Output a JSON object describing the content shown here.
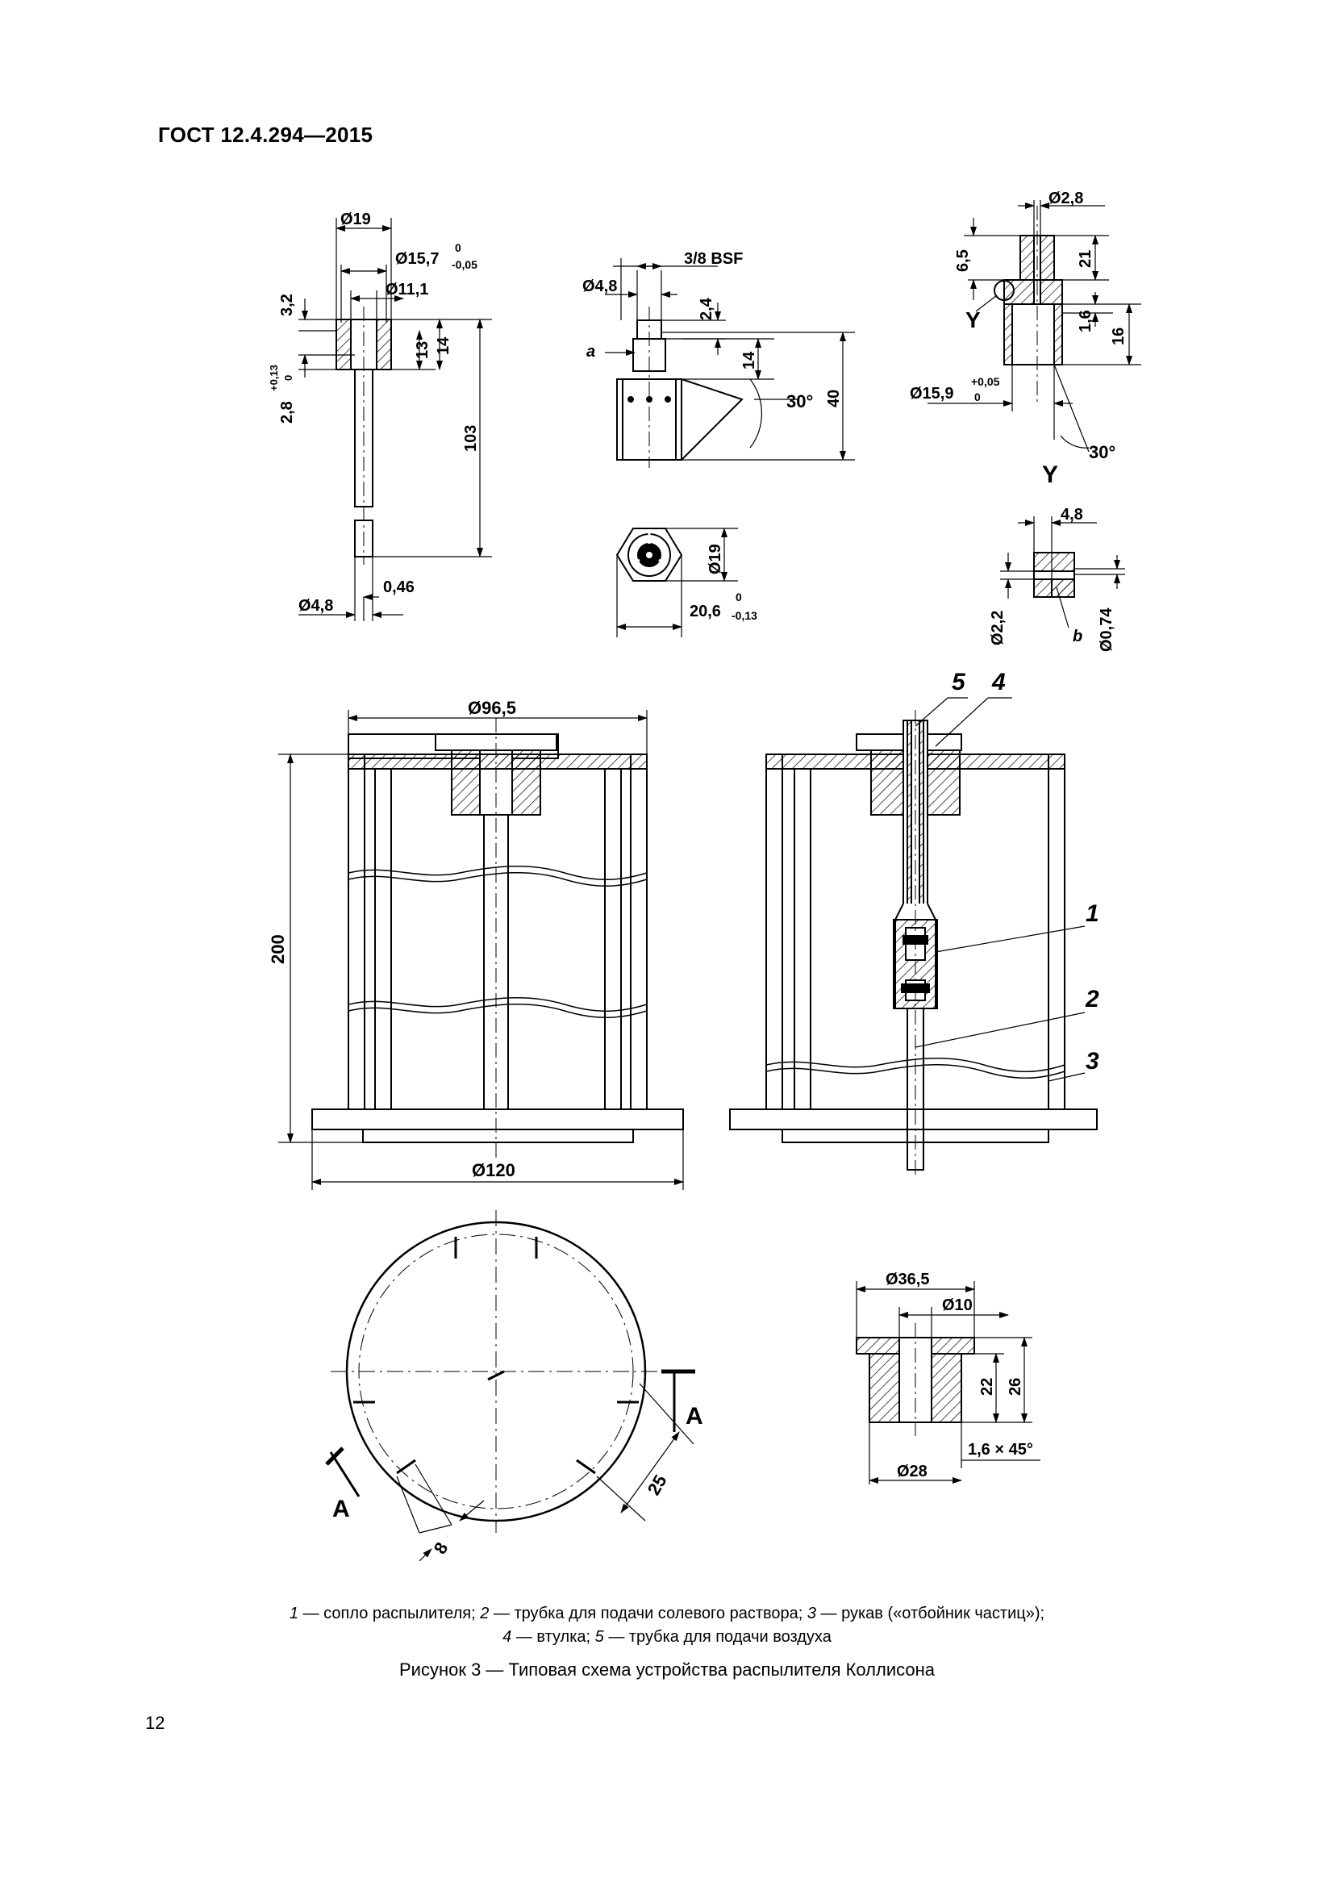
{
  "header": {
    "doc_number": "ГОСТ 12.4.294—2015"
  },
  "views": {
    "tube_air": {
      "d_flange": "Ø19",
      "d_body": "Ø15,7",
      "d_body_tol_upper": "0",
      "d_body_tol_lower": "-0,05",
      "d_bore": "Ø11,1",
      "h_32": "3,2",
      "h_28": "2,8",
      "h_28_tol_upper": "+0,13",
      "h_28_tol_lower": "0",
      "h_13": "13",
      "h_14": "14",
      "len_103": "103",
      "d_46": "0,46",
      "d_48": "Ø4,8"
    },
    "nozzle": {
      "thread": "3/8 BSF",
      "d_48": "Ø4,8",
      "h_24": "2,4",
      "h_14": "14",
      "h_40": "40",
      "angle": "30°",
      "label_a": "a",
      "d_19": "Ø19",
      "w_206": "20,6",
      "w_206_tol_upper": "0",
      "w_206_tol_lower": "-0,13"
    },
    "nut": {
      "d_28": "Ø2,8",
      "h_65": "6,5",
      "h_21": "21",
      "h_16": "1,6",
      "h_16b": "16",
      "d_159": "Ø15,9",
      "d_159_tol_upper": "+0,05",
      "d_159_tol_lower": "0",
      "angle": "30°",
      "label_y": "Y",
      "view_y": "Y"
    },
    "detail_y": {
      "w_48": "4,8",
      "d_22": "Ø2,2",
      "d_074": "Ø0,74",
      "label_b": "b"
    },
    "assembly": {
      "d_965": "Ø96,5",
      "h_200": "200",
      "d_120": "Ø120",
      "callouts": [
        "5",
        "4",
        "1",
        "2",
        "3"
      ]
    },
    "ring": {
      "dim_25": "25",
      "dim_8": "8",
      "section_a": "A"
    },
    "bush": {
      "d_365": "Ø36,5",
      "d_10": "Ø10",
      "h_22": "22",
      "h_26": "26",
      "chamfer": "1,6 × 45°",
      "d_28": "Ø28"
    }
  },
  "legend": {
    "line1": [
      {
        "num": "1",
        "text": " — сопло распылителя; "
      },
      {
        "num": "2",
        "text": " — трубка для подачи солевого раствора; "
      },
      {
        "num": "3",
        "text": " — рукав («отбойник частиц»);"
      }
    ],
    "line2": [
      {
        "num": "4",
        "text": " — втулка; "
      },
      {
        "num": "5",
        "text": " — трубка для подачи воздуха"
      }
    ]
  },
  "caption": "Рисунок 3 — Типовая схема устройства распылителя Коллисона",
  "page_number": "12"
}
